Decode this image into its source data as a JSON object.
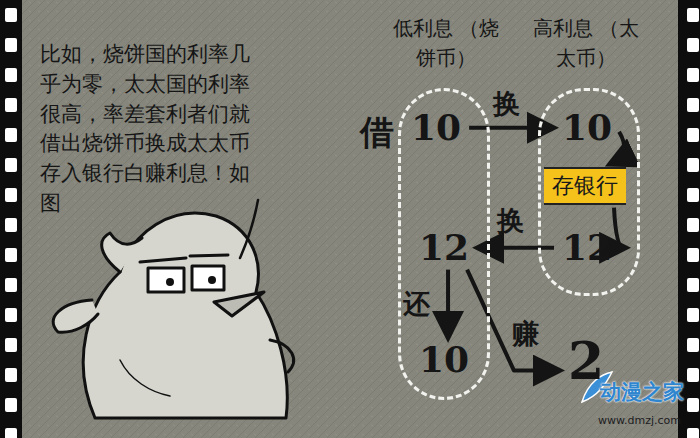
{
  "diagram": {
    "nodes": [
      {
        "text": [
          "低利息 （烧饼币）"
        ]
      },
      {
        "text": [
          "高利息 （太太币）"
        ]
      },
      {
        "text": [
          "10"
        ],
        "in": 0
      },
      {
        "text": [
          "10"
        ],
        "in": 1
      },
      {
        "text": [
          "存银行"
        ],
        "in": 1
      },
      {
        "text": [
          "12"
        ],
        "in": 1
      },
      {
        "text": [
          "12"
        ],
        "in": 0
      },
      {
        "text": [
          "10"
        ],
        "in": 0
      },
      {
        "text": [
          "2"
        ]
      }
    ],
    "edges": [
      {
        "from": 2,
        "to": 3,
        "label": "换",
        "arrow": "to"
      },
      {
        "from": 3,
        "to": 4,
        "arrow": "to"
      },
      {
        "from": 4,
        "to": 5,
        "arrow": "to"
      },
      {
        "from": 5,
        "to": 6,
        "label": "换",
        "arrow": "to"
      },
      {
        "from": 6,
        "to": 7,
        "label": "还",
        "arrow": "to"
      },
      {
        "from": 6,
        "to": 8,
        "label": "赚",
        "arrow": "to"
      }
    ],
    "labels": [
      "比如，烧饼国的利率几乎为零，太太国的利率很高，率差套利者们就借出烧饼币换成太太币存入银行白赚利息！如图",
      "借",
      "动漫之家",
      "www.dmzj.com"
    ]
  }
}
